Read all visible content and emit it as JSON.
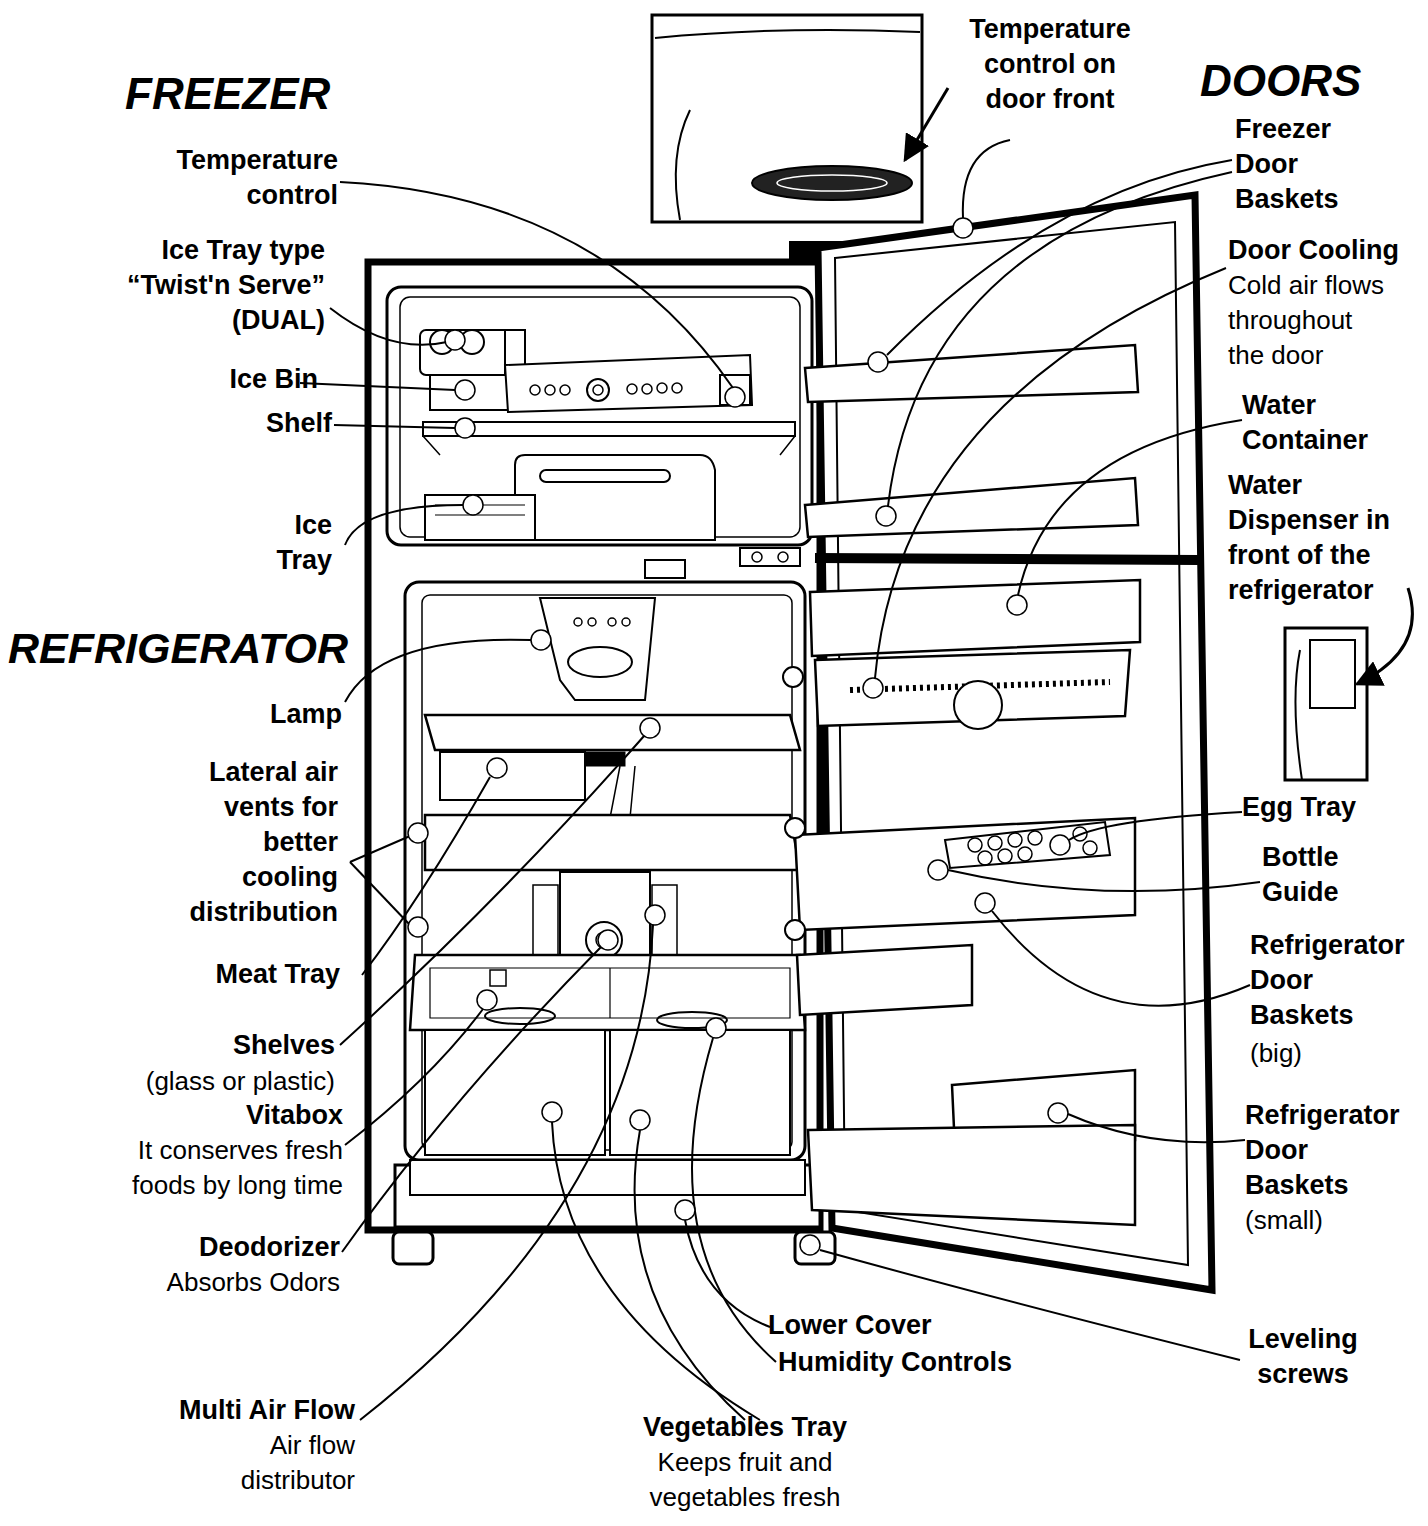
{
  "diagram": {
    "labels": [
      "FREEZER",
      "Temperature control",
      "Ice Tray type “Twist'n Serve” (DUAL)",
      "Ice Bin",
      "Shelf",
      "Ice Tray",
      "REFRIGERATOR",
      "Lamp",
      "Lateral air vents for better cooling distribution",
      "Meat Tray",
      "Shelves",
      "(glass or plastic)",
      "Vitabox",
      "It conserves fresh foods by long time",
      "Deodorizer",
      "Absorbs Odors",
      "Multi Air Flow",
      "Air flow distributor",
      "Vegetables Tray",
      "Keeps fruit and vegetables fresh",
      "Lower Cover",
      "Humidity Controls",
      "Temperature control on door front",
      "DOORS",
      "Freezer Door Baskets",
      "Door Cooling",
      "Cold air flows throughout the door",
      "Water Container",
      "Water Dispenser in front of the refrigerator",
      "Egg Tray",
      "Bottle Guide",
      "Refrigerator Door Baskets",
      "(big)",
      "Refrigerator Door Baskets",
      "(small)",
      "Leveling screws"
    ]
  }
}
